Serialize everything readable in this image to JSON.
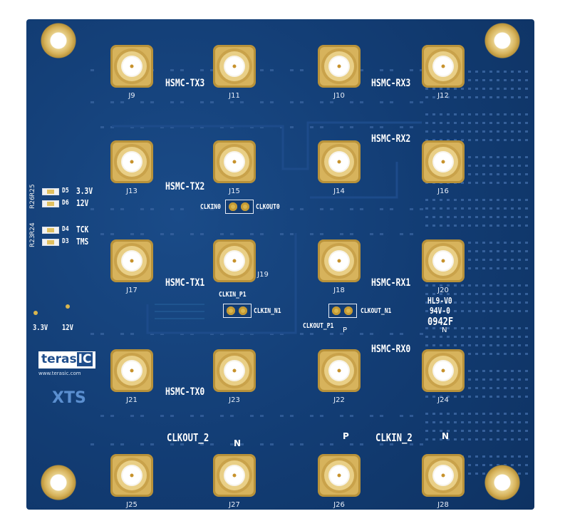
{
  "board": {
    "connectors": [
      {
        "ref": "J9"
      },
      {
        "ref": "J11"
      },
      {
        "ref": "J10"
      },
      {
        "ref": "J12"
      },
      {
        "ref": "J13"
      },
      {
        "ref": "J15"
      },
      {
        "ref": "J14"
      },
      {
        "ref": "J16"
      },
      {
        "ref": "J17"
      },
      {
        "ref": "J19"
      },
      {
        "ref": "J18"
      },
      {
        "ref": "J20"
      },
      {
        "ref": "J21"
      },
      {
        "ref": "J23"
      },
      {
        "ref": "J22"
      },
      {
        "ref": "J24"
      },
      {
        "ref": "J25"
      },
      {
        "ref": "J27"
      },
      {
        "ref": "J26"
      },
      {
        "ref": "J28"
      }
    ],
    "signal_labels": {
      "tx3": "HSMC-TX3",
      "rx3": "HSMC-RX3",
      "tx2": "HSMC-TX2",
      "rx2": "HSMC-RX2",
      "tx1": "HSMC-TX1",
      "rx1": "HSMC-RX1",
      "tx0": "HSMC-TX0",
      "rx0": "HSMC-RX0",
      "clkout2": "CLKOUT_2",
      "clkin2": "CLKIN_2"
    },
    "pin_marks": {
      "p": "P",
      "n": "N"
    },
    "headers": {
      "clkin0": "CLKIN0",
      "clkout0": "CLKOUT0",
      "clkin_p1": "CLKIN_P1",
      "clkin_n1": "CLKIN_N1",
      "clkout_n1": "CLKOUT_N1",
      "clkout_p1": "CLKOUT_P1"
    },
    "leds": [
      {
        "resistor": "R25",
        "led": "D5",
        "label": "3.3V"
      },
      {
        "resistor": "R26",
        "led": "D6",
        "label": "12V"
      },
      {
        "resistor": "R24",
        "led": "D4",
        "label": "TCK"
      },
      {
        "resistor": "R23",
        "led": "D3",
        "label": "TMS"
      }
    ],
    "power_labels": {
      "v33": "3.3V",
      "v12": "12V"
    },
    "marking": {
      "line1": "HL9-V0",
      "line2": "94V-0",
      "line3": "0942F"
    },
    "logo": {
      "ter": "ter",
      "as": "as",
      "ic": "IC",
      "url": "www.terasic.com"
    },
    "model": "XTS",
    "colors": {
      "pcb": "#123c73",
      "gold": "#d6b25a",
      "silkscreen": "#ffffff"
    }
  }
}
